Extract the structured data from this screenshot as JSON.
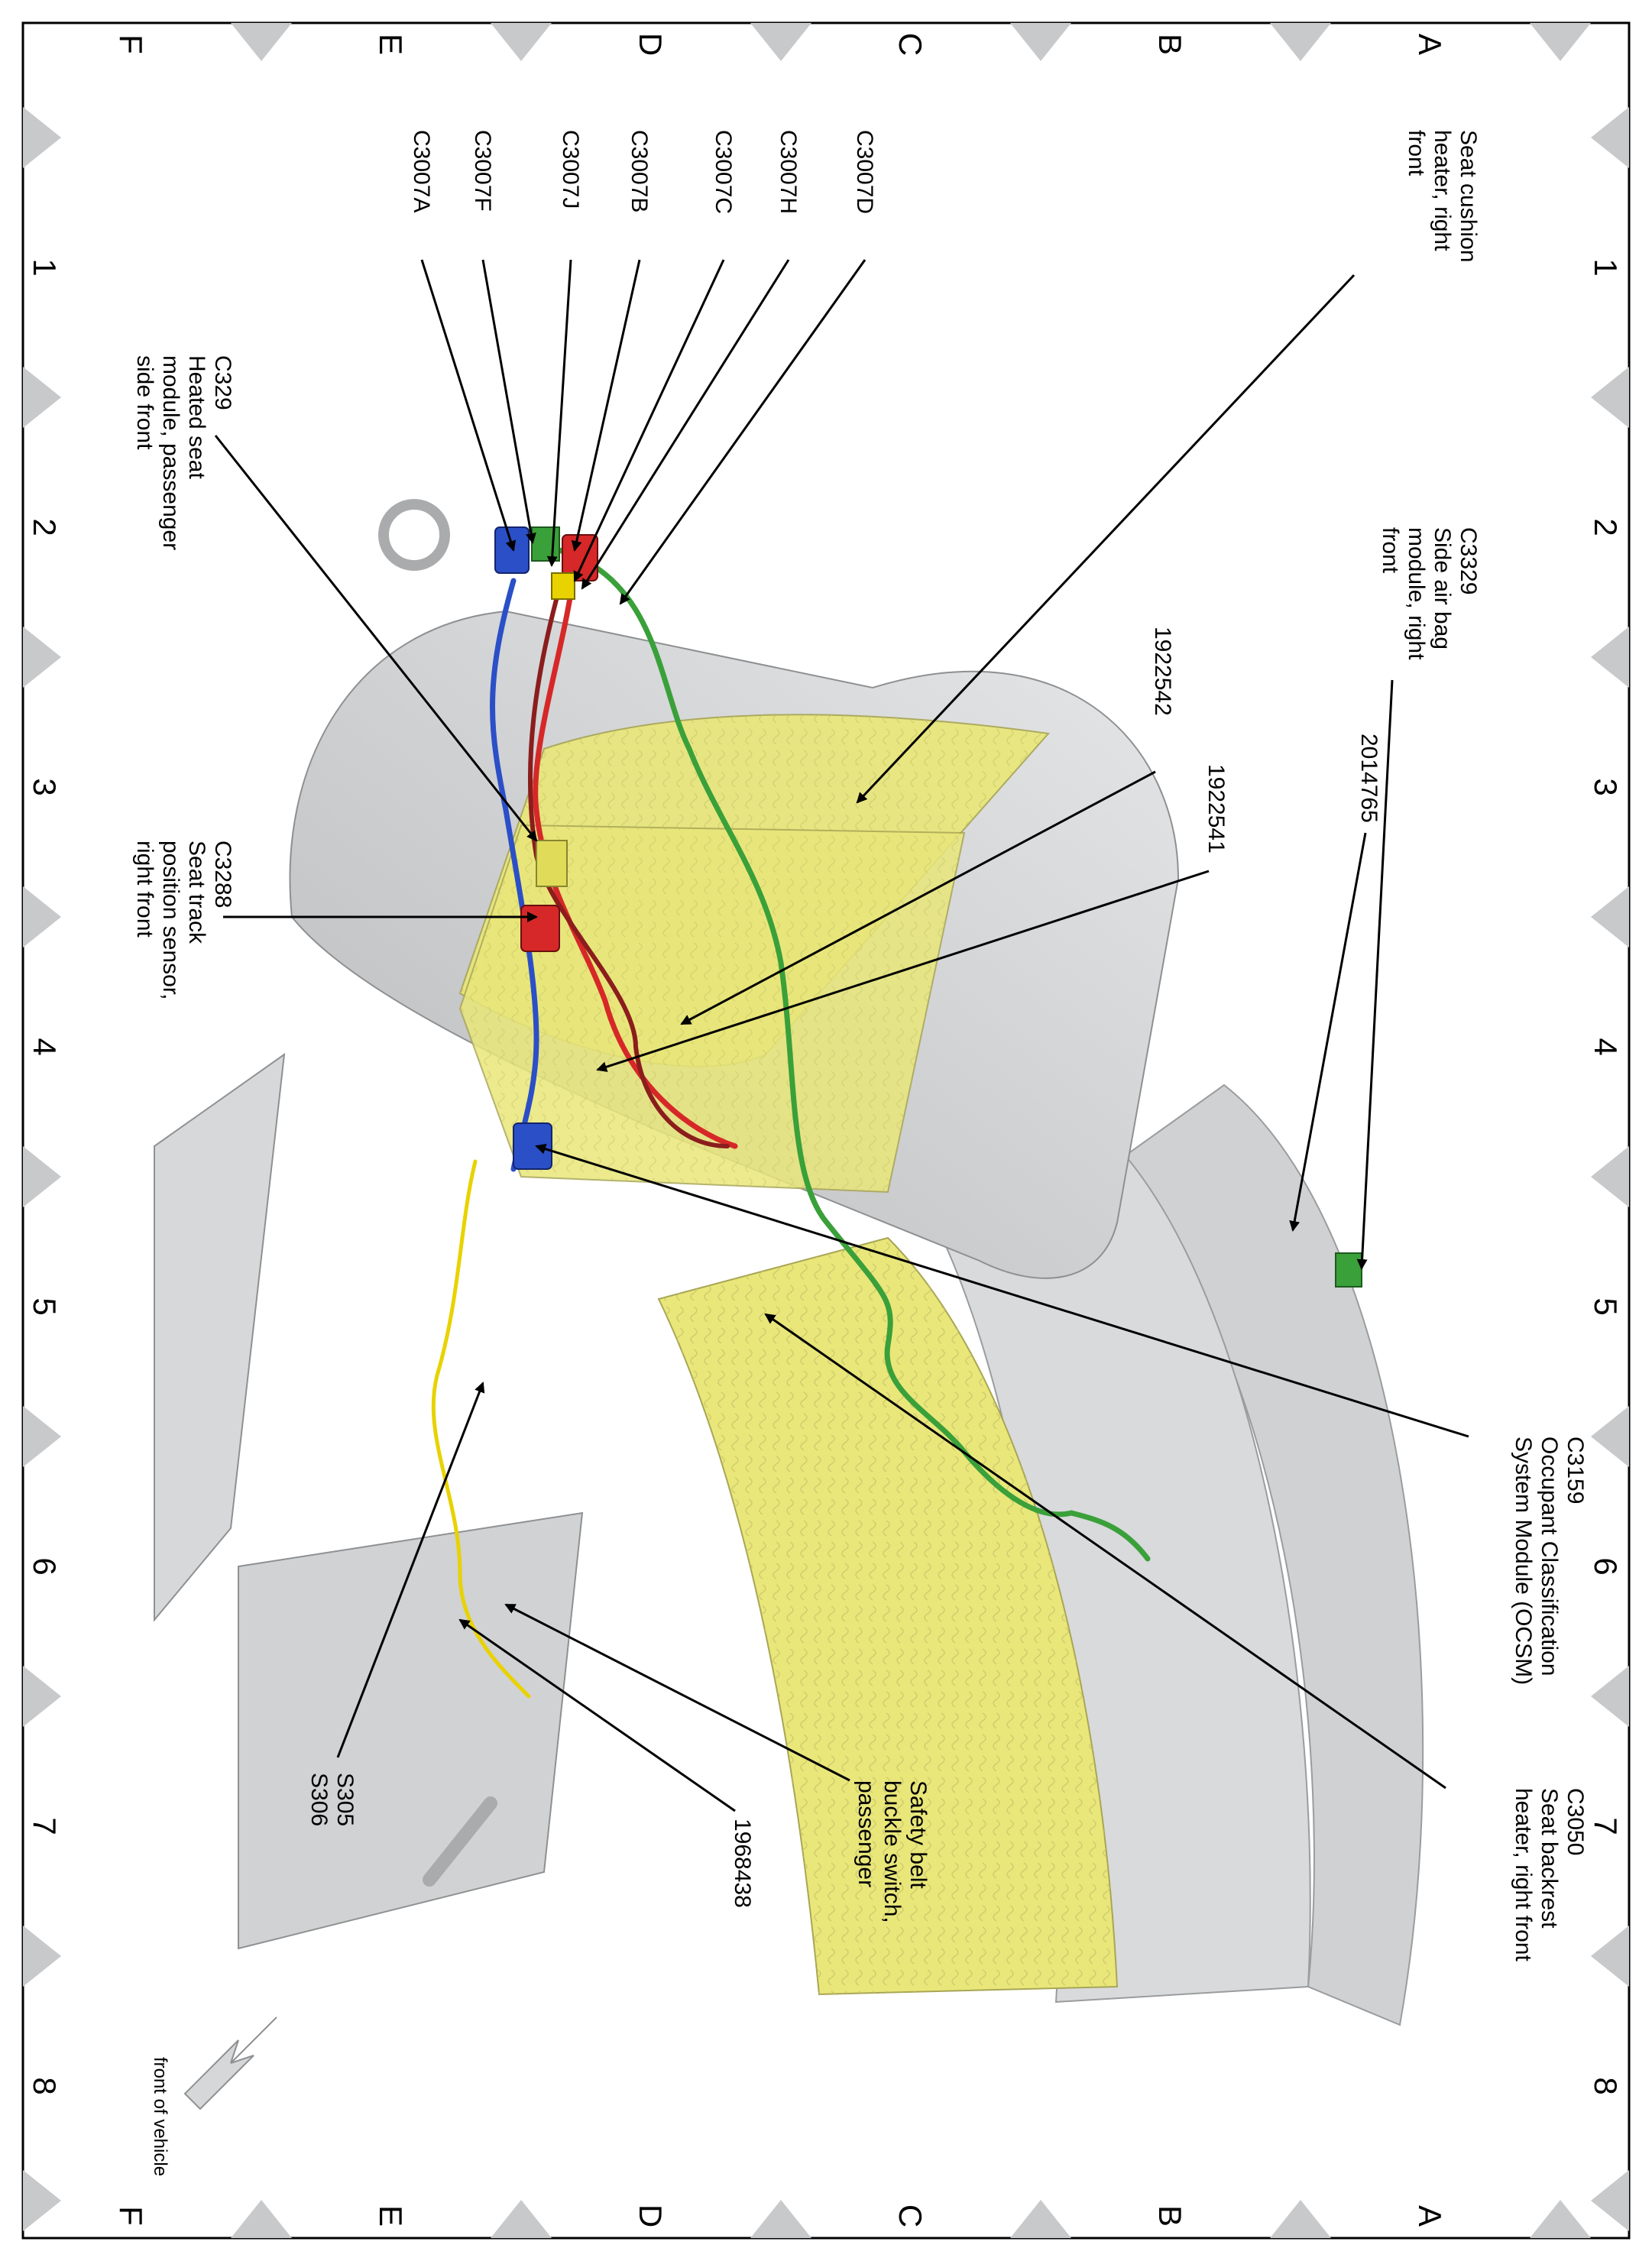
{
  "grid": {
    "columns": [
      "1",
      "2",
      "3",
      "4",
      "5",
      "6",
      "7",
      "8"
    ],
    "rows": [
      "A",
      "B",
      "C",
      "D",
      "E",
      "F"
    ]
  },
  "callouts": {
    "seat_cushion_heater": [
      "Seat cushion",
      "heater, right",
      "front"
    ],
    "side_air_bag": [
      "C3329",
      "Side air bag",
      "module, right",
      "front"
    ],
    "ocsm": [
      "C3159",
      "Occupant Classification",
      "System Module (OCSM)"
    ],
    "backrest_heater": [
      "C3050",
      "Seat backrest",
      "heater, right front"
    ],
    "safety_belt": [
      "Safety belt",
      "buckle switch,",
      "passenger"
    ],
    "heated_seat_module": [
      "C329",
      "Heated seat",
      "module, passenger",
      "side front"
    ],
    "seat_track": [
      "C3288",
      "Seat track",
      "position sensor,",
      "right front"
    ],
    "splice": [
      "S305",
      "S306"
    ],
    "c3007d": "C3007D",
    "c3007h": "C3007H",
    "c3007c": "C3007C",
    "c3007b": "C3007B",
    "c3007j": "C3007J",
    "c3007f": "C3007F",
    "c3007a": "C3007A",
    "w2014765": "2014765",
    "w1922542": "1922542",
    "w1922541": "1922541",
    "w1968438": "1968438"
  },
  "front_of_vehicle": "front of vehicle",
  "colors": {
    "harness_green": "#3aa03a",
    "harness_red": "#d62828",
    "harness_blue": "#2b4fc7",
    "harness_yellow": "#e8d200",
    "heater_mat": "#e9e77a",
    "seat_gray": "#d0d2d4",
    "triangle_gray": "#c8c9cb"
  }
}
